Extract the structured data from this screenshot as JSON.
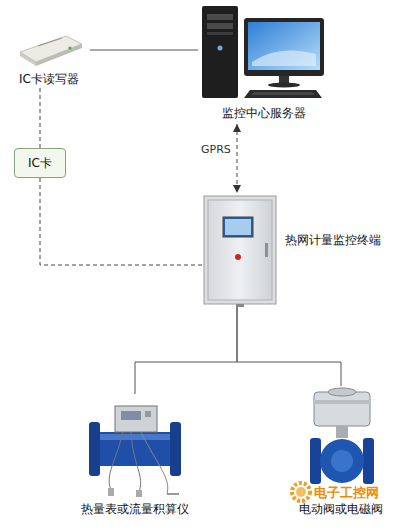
{
  "diagram": {
    "nodes": [
      {
        "text": [
          "IC卡读写器"
        ]
      },
      {
        "text": [
          "监控中心服务器"
        ]
      },
      {
        "text": [
          "IC卡"
        ]
      },
      {
        "text": [
          "热网计量监控终端"
        ]
      },
      {
        "text": [
          "热量表或流量积算仪"
        ]
      },
      {
        "text": [
          "电动阀或电磁阀"
        ]
      }
    ],
    "edges": [
      {
        "from": 0,
        "to": 1,
        "arrow": "none"
      },
      {
        "from": 0,
        "to": 2,
        "arrow": "none"
      },
      {
        "from": 2,
        "to": 3,
        "arrow": "none"
      },
      {
        "from": 1,
        "to": 3,
        "label": "GPRS",
        "arrow": "both"
      },
      {
        "from": 3,
        "to": 4,
        "arrow": "none"
      },
      {
        "from": 3,
        "to": 5,
        "arrow": "none"
      }
    ],
    "labels": [
      "电子工控网"
    ]
  }
}
